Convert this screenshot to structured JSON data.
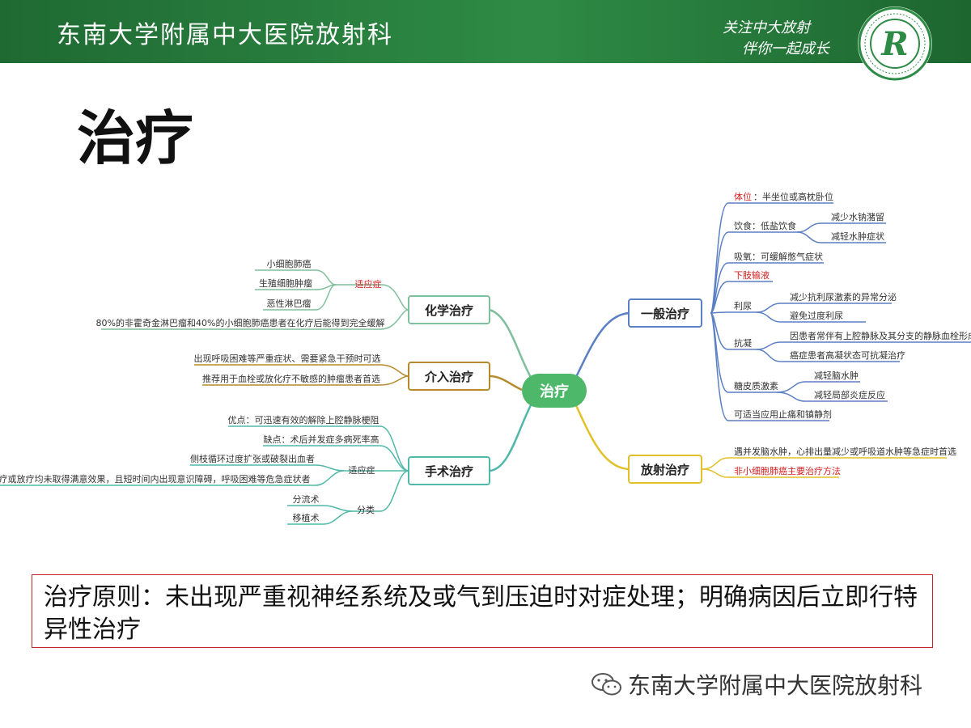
{
  "header": {
    "title": "东南大学附属中大医院放射科",
    "slogan_line1": "关注中大放射",
    "slogan_line2": "伴你一起成长",
    "logo_letter": "R"
  },
  "page_title": "治疗",
  "mindmap": {
    "center": "治疗",
    "chemo": {
      "label": "化学治疗",
      "indication": "适应症",
      "items": [
        "小细胞肺癌",
        "生殖细胞肿瘤",
        "恶性淋巴瘤"
      ],
      "note": "80%的非霍奇金淋巴瘤和40%的小细胞肺癌患者在化疗后能得到完全缓解"
    },
    "interventional": {
      "label": "介入治疗",
      "items": [
        "出现呼吸困难等严重症状、需要紧急干预时可选",
        "推荐用于血栓或放化疗不敏感的肿瘤患者首选"
      ]
    },
    "surgery": {
      "label": "手术治疗",
      "pros": "优点：可迅速有效的解除上腔静脉梗阻",
      "cons": "缺点：术后并发症多病死率高",
      "indication": "适应症",
      "indication_items": [
        "侧枝循环过度扩张或破裂出血者",
        "经化疗或放疗均未取得满意效果，且短时间内出现意识障碍，呼吸困难等危急症状者"
      ],
      "classification": "分类",
      "class_items": [
        "分流术",
        "移植术"
      ]
    },
    "general": {
      "label": "一般治疗",
      "position_key": "体位",
      "position_val": "：半坐位或高枕卧位",
      "diet": "饮食：低盐饮食",
      "diet_items": [
        "减少水钠潴留",
        "减轻水肿症状"
      ],
      "oxygen": "吸氧：可缓解憋气症状",
      "limb": "下肢输液",
      "diuresis": "利尿",
      "diuresis_items": [
        "减少抗利尿激素的异常分泌",
        "避免过度利尿"
      ],
      "anticoag": "抗凝",
      "anticoag_items": [
        "因患者常伴有上腔静脉及其分支的静脉血栓形成",
        "癌症患者高凝状态可抗凝治疗"
      ],
      "steroid": "糖皮质激素",
      "steroid_items": [
        "减轻脑水肿",
        "减轻局部炎症反应"
      ],
      "analgesic": "可适当应用止痛和镇静剂"
    },
    "radiation": {
      "label": "放射治疗",
      "items": [
        "遇并发脑水肿，心排出量减少或呼吸道水肿等急症时首选",
        "非小细胞肺癌主要治疗方法"
      ]
    }
  },
  "principle": "治疗原则：未出现严重视神经系统及或气到压迫时对症处理；明确病因后立即行特异性治疗",
  "footer": "东南大学附属中大医院放射科",
  "colors": {
    "header_green": "#2e8b45",
    "center_green": "#4db86a",
    "chemo": "#7fbf9c",
    "interventional": "#b58a2a",
    "surgery": "#4fb8a8",
    "general": "#5b7fc4",
    "radiation": "#e2c02a",
    "highlight_red": "#d42020",
    "border_red": "#c0282b"
  }
}
